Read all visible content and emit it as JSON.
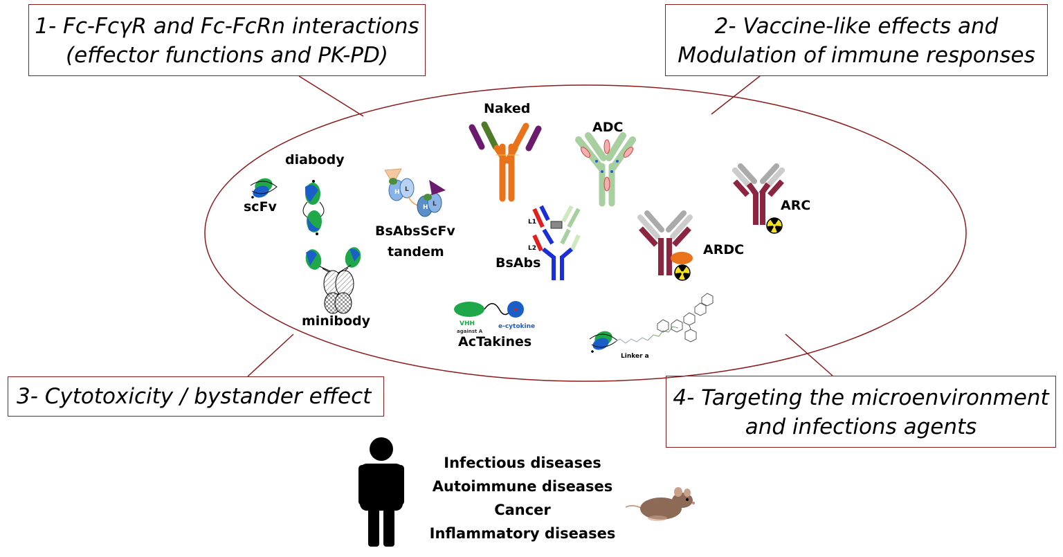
{
  "boxes": {
    "b1": {
      "line1": "1- Fc-FcγR and Fc-FcRn interactions",
      "line2": "(effector functions and PK-PD)"
    },
    "b2": {
      "line1": "2- Vaccine-like effects and",
      "line2": "Modulation of immune responses"
    },
    "b3": {
      "line1": "3- Cytotoxicity / bystander effect"
    },
    "b4": {
      "line1": "4- Targeting the microenvironment",
      "line2": "and infections agents"
    }
  },
  "formats": {
    "naked": "Naked",
    "adc": "ADC",
    "diabody": "diabody",
    "scfv": "scFv",
    "bsabsscfv_1": "BsAbsScFv",
    "bsabsscfv_2": "tandem",
    "bsabs": "BsAbs",
    "arc": "ARC",
    "ardc": "ARDC",
    "minibody": "minibody",
    "actakines": "AcTakines",
    "linker": "Linker a"
  },
  "actakine_parts": {
    "vhh": "VHH",
    "against": "against A",
    "cytokine": "e-cytokine"
  },
  "bsabs_parts": {
    "l1": "L1",
    "l2": "L2"
  },
  "diseases": [
    "Infectious diseases",
    "Autoimmune diseases",
    "Cancer",
    "Inflammatory diseases"
  ],
  "colors": {
    "border": "#8b1a1a",
    "naked_orange": "#e8731a",
    "naked_purple": "#6a1b6e",
    "naked_green": "#4f7a2a",
    "adc_green": "#a8cfa0",
    "arc_maroon": "#8b2540",
    "bsabs_blue": "#1a2fd9",
    "bsabs_red": "#e02020",
    "scfv_green": "#1fa84a",
    "scfv_blue": "#1a5fc8"
  },
  "icons": [
    "human-silhouette-icon",
    "mouse-icon",
    "radioactive-icon"
  ]
}
